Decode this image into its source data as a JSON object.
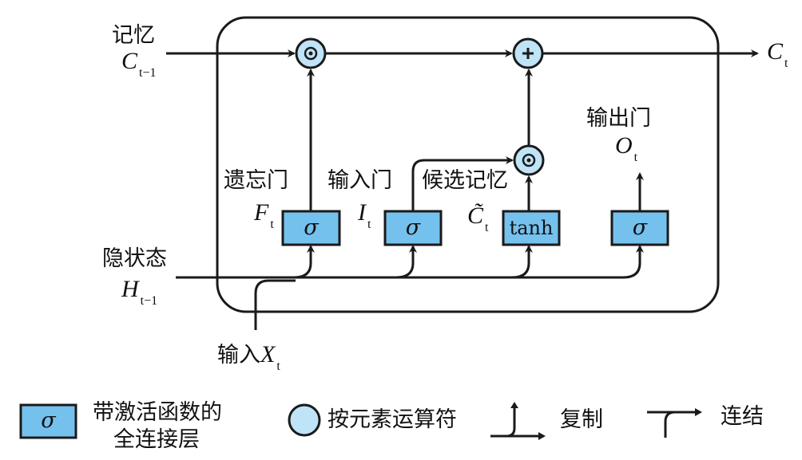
{
  "title": "LSTM memory cell diagram",
  "colors": {
    "gate_fill": "#74c1ee",
    "operator_fill": "#bfe4f7",
    "stroke": "#1a1a1a"
  },
  "inputs": {
    "memory_prev": {
      "label": "记忆",
      "symbol": "C",
      "subscript": "t−1"
    },
    "hidden_prev": {
      "label": "隐状态",
      "symbol": "H",
      "subscript": "t−1"
    },
    "input": {
      "label": "输入",
      "symbol": "X",
      "subscript": "t"
    }
  },
  "outputs": {
    "memory_next": {
      "symbol": "C",
      "subscript": "t"
    }
  },
  "gates": [
    {
      "id": "forget",
      "label": "遗忘门",
      "symbol": "F",
      "subscript": "t",
      "activation": "σ"
    },
    {
      "id": "input",
      "label": "输入门",
      "symbol": "I",
      "subscript": "t",
      "activation": "σ"
    },
    {
      "id": "candidate",
      "label": "候选记忆",
      "symbol": "C̃",
      "subscript": "t",
      "activation": "tanh"
    },
    {
      "id": "output",
      "label": "输出门",
      "symbol": "O",
      "subscript": "t",
      "activation": "σ"
    }
  ],
  "operators": [
    {
      "id": "forget-mult",
      "symbol": "⊙"
    },
    {
      "id": "add",
      "symbol": "+"
    },
    {
      "id": "input-mult",
      "symbol": "⊙"
    }
  ],
  "legend": [
    {
      "icon": "fc-layer",
      "symbol": "σ",
      "label_line1": "带激活函数的",
      "label_line2": "全连接层"
    },
    {
      "icon": "elementwise-operator",
      "label": "按元素运算符"
    },
    {
      "icon": "copy-arrow",
      "label": "复制"
    },
    {
      "icon": "concat-arrow",
      "label": "连结"
    }
  ]
}
